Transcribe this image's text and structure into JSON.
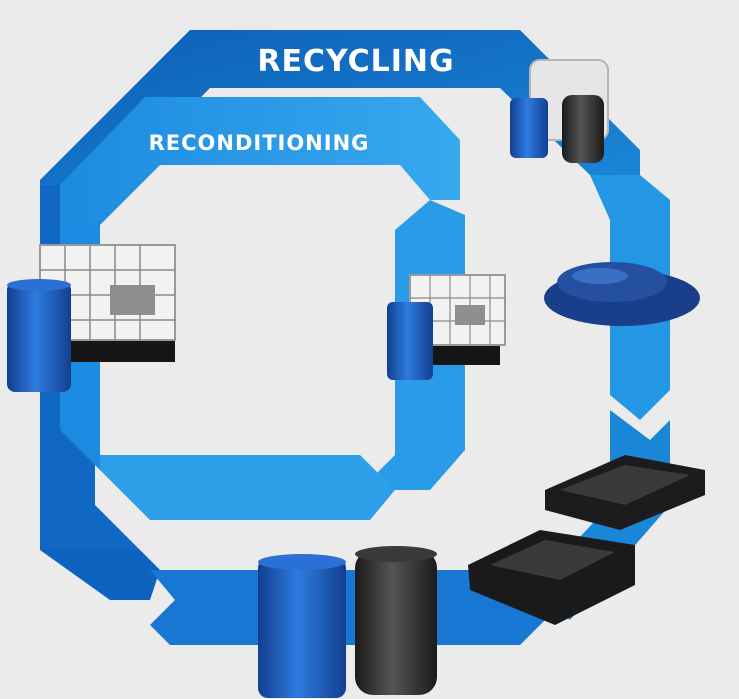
{
  "labels": {
    "outer": "RECYCLING",
    "inner": "RECONDITIONING"
  },
  "colors": {
    "background": "#ebebeb",
    "outer_arrow": "#1a86d8",
    "outer_arrow_dark": "#0d5fb5",
    "inner_arrow": "#2a9be6",
    "label": "#ffffff",
    "drum_blue": "#1f5fc4",
    "drum_black": "#2c2c2c",
    "pallet": "#1c1c1c",
    "granulate": "#1a3f8a"
  },
  "items": [
    {
      "name": "ibc-container-with-blue-drum"
    },
    {
      "name": "reconditioned-ibc-with-blue-drum"
    },
    {
      "name": "used-containers-white-ibc-blue-drum-black-drum"
    },
    {
      "name": "plastic-granulate-pile"
    },
    {
      "name": "black-plastic-pallet-top"
    },
    {
      "name": "black-plastic-pallet-bottom"
    },
    {
      "name": "new-blue-and-black-drums"
    }
  ]
}
